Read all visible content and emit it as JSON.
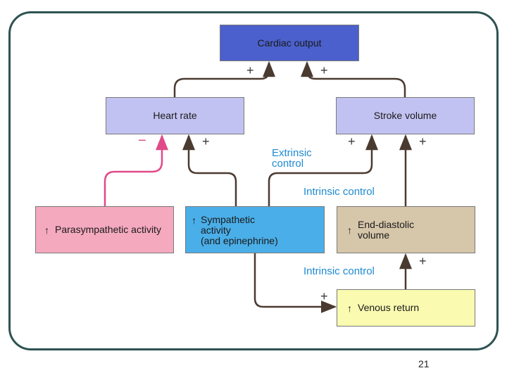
{
  "diagram": {
    "boxes": {
      "cardiac_output": "Cardiac output",
      "heart_rate": "Heart rate",
      "stroke_volume": "Stroke volume",
      "parasympathetic": {
        "arrow": "↑",
        "text": "Parasympathetic activity"
      },
      "sympathetic": {
        "arrow": "↑",
        "line1": "Sympathetic",
        "line2": "activity",
        "line3": "(and epinephrine)"
      },
      "end_diastolic": {
        "arrow": "↑",
        "line1": "End-diastolic",
        "line2": "volume"
      },
      "venous_return": {
        "arrow": "↑",
        "text": "Venous return"
      }
    },
    "labels": {
      "extrinsic_line1": "Extrinsic",
      "extrinsic_line2": "control",
      "intrinsic_1": "Intrinsic control",
      "intrinsic_2": "Intrinsic control"
    },
    "signs": {
      "plus": "+",
      "minus": "−"
    },
    "colors": {
      "cardiac_output": "#4b60cc",
      "heart_rate": "#c2c2f2",
      "stroke_volume": "#c2c2f2",
      "parasympathetic": "#f4a9be",
      "sympathetic": "#4aaee8",
      "end_diastolic": "#d6c6aa",
      "venous_return": "#fafab0",
      "inhibitory_arrow": "#e04a8a",
      "connector": "#4a3a30",
      "label_text": "#1e8ad2"
    }
  },
  "page": {
    "number": "21"
  }
}
